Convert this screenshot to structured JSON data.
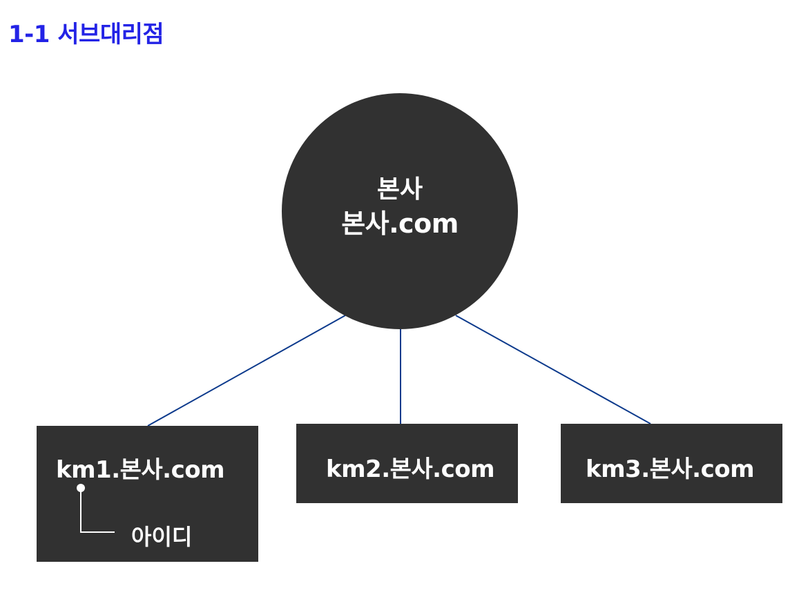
{
  "title": "1-1 서브대리점",
  "colors": {
    "title": "#2323e6",
    "node_fill": "#313131",
    "node_text": "#ffffff",
    "connector": "#0d3a8c",
    "background": "#ffffff"
  },
  "headquarters": {
    "name": "본사",
    "domain": "본사.com"
  },
  "branches": [
    {
      "domain": "km1.본사.com",
      "annotation": "아이디"
    },
    {
      "domain": "km2.본사.com"
    },
    {
      "domain": "km3.본사.com"
    }
  ],
  "icons": {
    "callout": "callout-pointer"
  }
}
